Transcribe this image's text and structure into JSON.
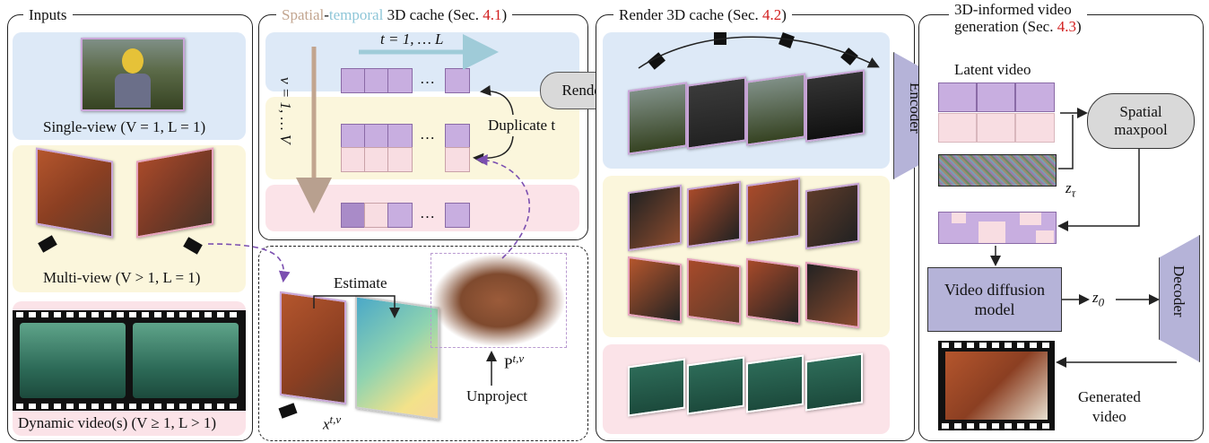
{
  "inputs": {
    "title": "Inputs",
    "single_view": "Single-view (V = 1, L = 1)",
    "multi_view": "Multi-view (V > 1, L = 1)",
    "dynamic": "Dynamic video(s) (V ≥ 1, L > 1)"
  },
  "cache": {
    "title_spatial": "Spatial",
    "title_temporal": "temporal",
    "title_rest": " 3D cache (Sec. ",
    "sec": "4.1",
    "close": ")",
    "t_axis": "t = 1, … L",
    "v_axis": "v = 1, … V",
    "dots": "…",
    "duplicate": "Duplicate t"
  },
  "estimate": {
    "estimate": "Estimate",
    "unproject": "Unproject",
    "x_label": "x",
    "x_sup": "t,v",
    "p_label": "P",
    "p_sup": "t,v"
  },
  "render": {
    "button": "Render",
    "title": "Render 3D cache (Sec. ",
    "sec": "4.2",
    "close": ")"
  },
  "generation": {
    "title_l1": "3D-informed video",
    "title_l2": "generation (Sec. ",
    "sec": "4.3",
    "close": ")",
    "encoder": "Encoder",
    "decoder": "Decoder",
    "latent": "Latent video",
    "spatial_l1": "Spatial",
    "spatial_l2": "maxpool",
    "z_tau": "z",
    "z_tau_sub": "τ",
    "z_0": "z",
    "z_0_sub": "0",
    "diffusion_l1": "Video diffusion",
    "diffusion_l2": "model",
    "generated_l1": "Generated",
    "generated_l2": "video"
  },
  "colors": {
    "accent_red": "#d21e1e",
    "purple_cube": "#c8aee0",
    "pink_cube": "#f8dde2",
    "encoder_fill": "#b5b3d8",
    "blue_band": "#dde9f7",
    "yellow_band": "#fbf6dc",
    "pink_band": "#fbe3e8"
  }
}
